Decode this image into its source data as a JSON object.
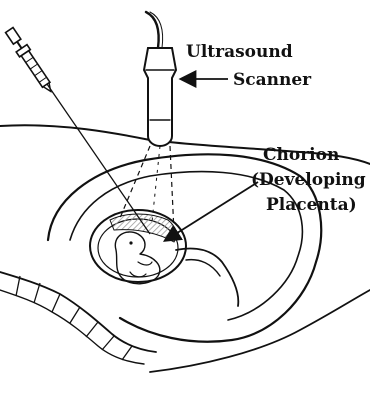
{
  "labels": {
    "scanner_line1": "Ultrasound",
    "scanner_line2": "Scanner",
    "chorion_line1": "Chorion",
    "chorion_line2": "(Developing",
    "chorion_line3": "Placenta)"
  },
  "colors": {
    "ink": "#111111",
    "background": "#ffffff",
    "hatch": "#9a9a9a"
  }
}
